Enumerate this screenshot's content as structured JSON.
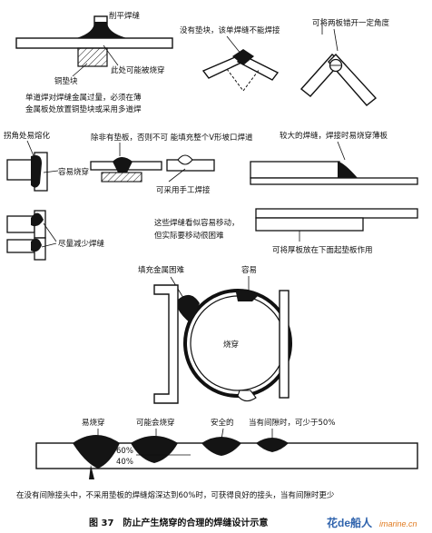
{
  "labels": {
    "grind_flat": "削平焊缝",
    "copper_block": "铜垫块",
    "may_burn_through": "此处可能被烧穿",
    "note1_line1": "单道焊对焊缝金属过量，必须在薄",
    "note1_line2": "金属板处放置铜垫块或采用多道焊",
    "no_backing": "没有垫块，该单焊缝不能焊接",
    "separate_plates": "可将两板错开一定角度",
    "corner_melt": "拐角处易熔化",
    "easy_burn": "容易烧穿",
    "except_backing": "除非有垫板，否则不可 能填充整个V形坡口焊道",
    "manual_weld": "可采用手工焊接",
    "large_weld": "较大的焊缝，焊接时易烧穿薄板",
    "minimize_weld": "尽量减少焊缝",
    "seems_easy_line1": "这些焊缝看似容易移动，",
    "seems_easy_line2": "但实际要移动很困难",
    "thick_plate_below": "可将厚板放在下面起垫板作用",
    "fill_difficult": "填充金属困难",
    "easy": "容易",
    "burn_through": "烧穿",
    "easy_burn_through": "易烧穿",
    "may_burn": "可能会烧穿",
    "safe": "安全的",
    "gap_present": "当有间隙时，可少于50%",
    "pct_60": "60%",
    "pct_40": "40%",
    "bottom_note": "在没有间隙接头中，不采用垫板的焊缝熔深达到60%时，可获得良好的接头，当有间隙时更少",
    "caption": "图 37　防止产生烧穿的合理的焊缝设计示意",
    "watermark_a": "花de船人",
    "watermark_b": "imarine.cn"
  },
  "colors": {
    "weld": "#141414",
    "ink": "#111111",
    "watermark_a": "#2f63ad",
    "watermark_b": "#e07a1f"
  }
}
